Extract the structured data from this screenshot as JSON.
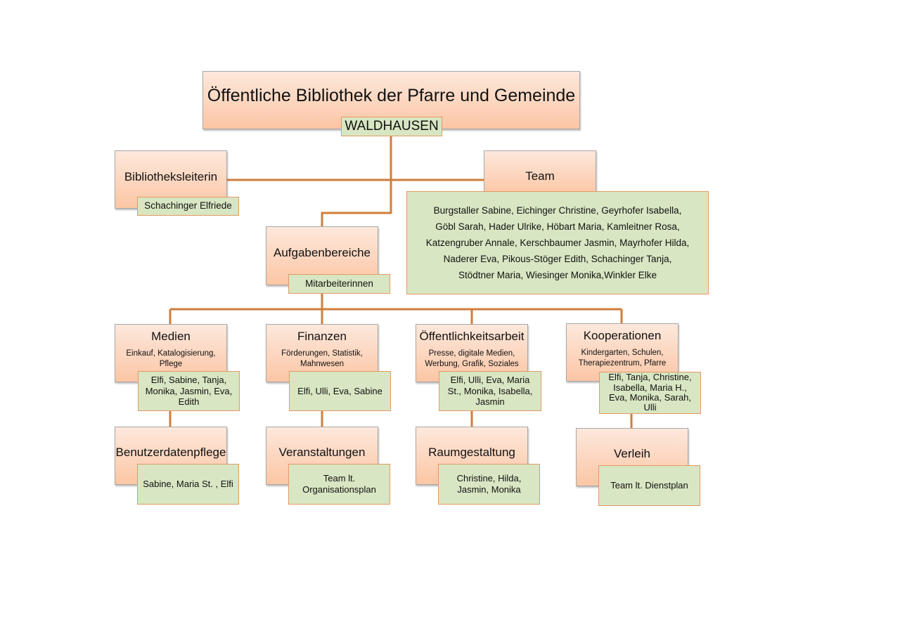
{
  "org": {
    "title": "Öffentliche Bibliothek der Pfarre und Gemeinde",
    "subtitle": "WALDHAUSEN",
    "leitung": {
      "label": "Bibliotheksleiterin",
      "person": "Schachinger Elfriede"
    },
    "team": {
      "label": "Team",
      "members_lines": [
        "Burgstaller Sabine, Eichinger Christine, Geyrhofer Isabella,",
        "Göbl Sarah, Hader Ulrike, Höbart Maria, Kamleitner Rosa,",
        "Katzengruber Annale, Kerschbaumer Jasmin, Mayrhofer Hilda,",
        "Naderer Eva, Pikous-Stöger Edith, Schachinger Tanja,",
        "Stödtner Maria, Wiesinger Monika,Winkler Elke"
      ]
    },
    "aufgaben": {
      "label": "Aufgabenbereiche",
      "sub": "Mitarbeiterinnen"
    },
    "bereiche": [
      {
        "label": "Medien",
        "desc_lines": [
          "Einkauf, Katalogisierung,",
          "Pflege"
        ],
        "staff_lines": [
          "Elfi, Sabine, Tanja,",
          "Monika, Jasmin, Eva,",
          "Edith"
        ]
      },
      {
        "label": "Finanzen",
        "desc_lines": [
          "Förderungen, Statistik,",
          "Mahnwesen"
        ],
        "staff_lines": [
          "Elfi, Ulli, Eva, Sabine"
        ]
      },
      {
        "label": "Öffentlichkeitsarbeit",
        "desc_lines": [
          "Presse, digitale Medien,",
          "Werbung, Grafik, Soziales"
        ],
        "staff_lines": [
          "Elfi, Ulli, Eva, Maria",
          "St., Monika, Isabella,",
          "Jasmin"
        ]
      },
      {
        "label": "Kooperationen",
        "desc_lines": [
          "Kindergarten, Schulen,",
          "Therapiezentrum, Pfarre"
        ],
        "staff_lines": [
          "Elfi, Tanja, Christine,",
          "Isabella, Maria H.,",
          "Eva, Monika, Sarah,",
          "Ulli"
        ]
      }
    ],
    "unterbereiche": [
      {
        "label": "Benutzerdatenpflege",
        "staff_lines": [
          "Sabine, Maria St. , Elfi"
        ]
      },
      {
        "label": "Veranstaltungen",
        "staff_lines": [
          "Team lt.",
          "Organisationsplan"
        ]
      },
      {
        "label": "Raumgestaltung",
        "staff_lines": [
          "Christine, Hilda,",
          "Jasmin, Monika"
        ]
      },
      {
        "label": "Verleih",
        "staff_lines": [
          "Team lt. Dienstplan"
        ]
      }
    ]
  },
  "colors": {
    "connector": "#d07d3a",
    "box_top": "#fde8dc",
    "box_bottom": "#fbc6a5",
    "sub_fill": "#d8e6c3",
    "sub_border": "#e39a62"
  }
}
